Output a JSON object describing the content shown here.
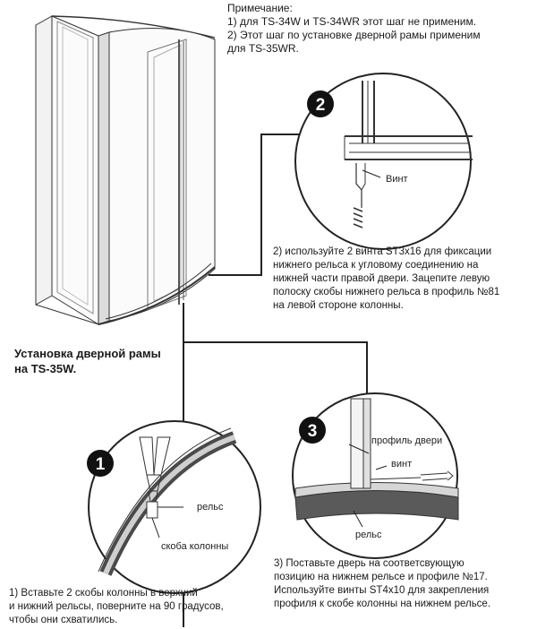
{
  "note": {
    "heading": "Примечание:",
    "line1": "1) для TS-34W и TS-34WR этот шаг не применим.",
    "line2": "2) Этот шаг по установке дверной рамы применим",
    "line3": "для TS-35WR."
  },
  "title": {
    "line1": "Установка дверной рамы",
    "line2": "на TS-35W."
  },
  "step1": {
    "badge": "1",
    "label_rail": "рельс",
    "label_bracket": "скоба колонны",
    "text": [
      "1) Вставьте 2 скобы колонны в верхний",
      "и нижний рельсы, поверните на 90 градусов,",
      "чтобы они схватились."
    ]
  },
  "step2": {
    "badge": "2",
    "label_screw": "Винт",
    "text": [
      "2) используйте 2 винта ST3x16 для фиксации",
      "нижнего рельса к угловому соединению на",
      "нижней части правой двери. Зацепите левую",
      "полоску скобы нижнего рельса в профиль №81",
      "на левой стороне колонны."
    ]
  },
  "step3": {
    "badge": "3",
    "label_profile": "профиль двери",
    "label_screw": "винт",
    "label_rail": "рельс",
    "text": [
      "3) Поставьте дверь на соответсвующую",
      "позицию на нижнем рельсе и профиле №17.",
      "Используйте винты ST4x10 для закрепления",
      "профиля к скобе колонны на нижнем рельсе."
    ]
  },
  "colors": {
    "line": "#333333",
    "badge": "#111111",
    "rail_dark": "#555555",
    "rail_light": "#cfcfcf"
  }
}
